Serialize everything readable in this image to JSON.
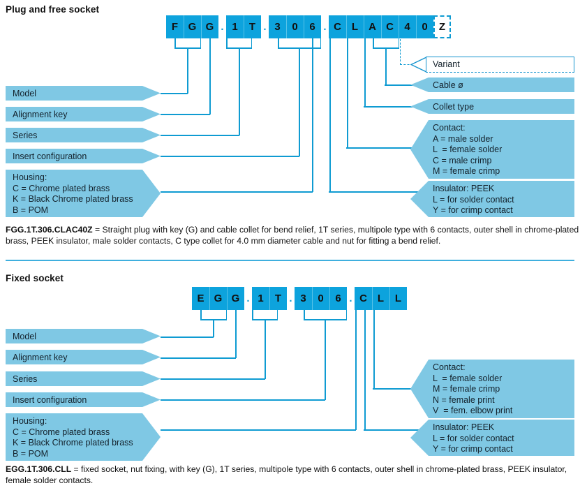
{
  "page": {
    "accent_blue": "#0F9BD2",
    "code_cell_blue": "#0DA3DD",
    "label_blue": "#7FC8E4"
  },
  "section1": {
    "title": "Plug and free socket",
    "code_cells": [
      {
        "text": "F",
        "type": "cell"
      },
      {
        "text": "G",
        "type": "cell"
      },
      {
        "text": "G",
        "type": "cell"
      },
      {
        "text": ".",
        "type": "sep"
      },
      {
        "text": "1",
        "type": "cell"
      },
      {
        "text": "T",
        "type": "cell"
      },
      {
        "text": ".",
        "type": "sep"
      },
      {
        "text": "3",
        "type": "cell"
      },
      {
        "text": "0",
        "type": "cell"
      },
      {
        "text": "6",
        "type": "cell"
      },
      {
        "text": ".",
        "type": "sep"
      },
      {
        "text": "C",
        "type": "cell"
      },
      {
        "text": "L",
        "type": "cell"
      },
      {
        "text": "A",
        "type": "cell"
      },
      {
        "text": "C",
        "type": "cell"
      },
      {
        "text": "4",
        "type": "cell"
      },
      {
        "text": "0",
        "type": "cell"
      },
      {
        "text": "Z",
        "type": "dashed"
      }
    ],
    "left_labels": [
      {
        "lines": [
          "Model"
        ]
      },
      {
        "lines": [
          "Alignment key"
        ]
      },
      {
        "lines": [
          "Series"
        ]
      },
      {
        "lines": [
          "Insert configuration"
        ]
      },
      {
        "lines": [
          "Housing:",
          "C = Chrome plated brass",
          "K = Black Chrome plated brass",
          "B = POM"
        ]
      }
    ],
    "right_labels": [
      {
        "lines": [
          "Variant"
        ],
        "style": "outline"
      },
      {
        "lines": [
          "Cable ø"
        ],
        "style": "filled"
      },
      {
        "lines": [
          "Collet type"
        ],
        "style": "filled"
      },
      {
        "lines": [
          "Contact:",
          "A = male solder",
          "L  = female solder",
          "C = male crimp",
          "M = female crimp"
        ],
        "style": "filled"
      },
      {
        "lines": [
          "Insulator: PEEK",
          "L = for solder contact",
          "Y = for crimp contact"
        ],
        "style": "filled"
      }
    ],
    "caption_code": "FGG.1T.306.CLAC40Z",
    "caption_text": " = Straight plug with key (G) and cable collet for bend relief, 1T series, multipole type with 6 contacts, outer shell in chrome-plated brass, PEEK insulator, male solder contacts, C type collet for 4.0 mm diameter cable and nut for fitting a bend relief."
  },
  "section2": {
    "title": "Fixed socket",
    "code_cells": [
      {
        "text": "E",
        "type": "cell"
      },
      {
        "text": "G",
        "type": "cell"
      },
      {
        "text": "G",
        "type": "cell"
      },
      {
        "text": ".",
        "type": "sep"
      },
      {
        "text": "1",
        "type": "cell"
      },
      {
        "text": "T",
        "type": "cell"
      },
      {
        "text": ".",
        "type": "sep"
      },
      {
        "text": "3",
        "type": "cell"
      },
      {
        "text": "0",
        "type": "cell"
      },
      {
        "text": "6",
        "type": "cell"
      },
      {
        "text": ".",
        "type": "sep"
      },
      {
        "text": "C",
        "type": "cell"
      },
      {
        "text": "L",
        "type": "cell"
      },
      {
        "text": "L",
        "type": "cell"
      }
    ],
    "left_labels": [
      {
        "lines": [
          "Model"
        ]
      },
      {
        "lines": [
          "Alignment key"
        ]
      },
      {
        "lines": [
          "Series"
        ]
      },
      {
        "lines": [
          "Insert configuration"
        ]
      },
      {
        "lines": [
          "Housing:",
          "C = Chrome plated brass",
          "K = Black Chrome plated brass",
          "B = POM"
        ]
      }
    ],
    "right_labels": [
      {
        "lines": [
          "Contact:",
          "L  = female solder",
          "M = female crimp",
          "N = female print",
          "V  = fem. elbow print"
        ],
        "style": "filled"
      },
      {
        "lines": [
          "Insulator: PEEK",
          "L = for solder contact",
          "Y = for crimp contact"
        ],
        "style": "filled"
      }
    ],
    "caption_code": "EGG.1T.306.CLL",
    "caption_text": " = fixed socket, nut fixing, with key (G), 1T series, multipole type with 6 contacts, outer shell in chrome-plated brass, PEEK insulator, female solder contacts."
  }
}
